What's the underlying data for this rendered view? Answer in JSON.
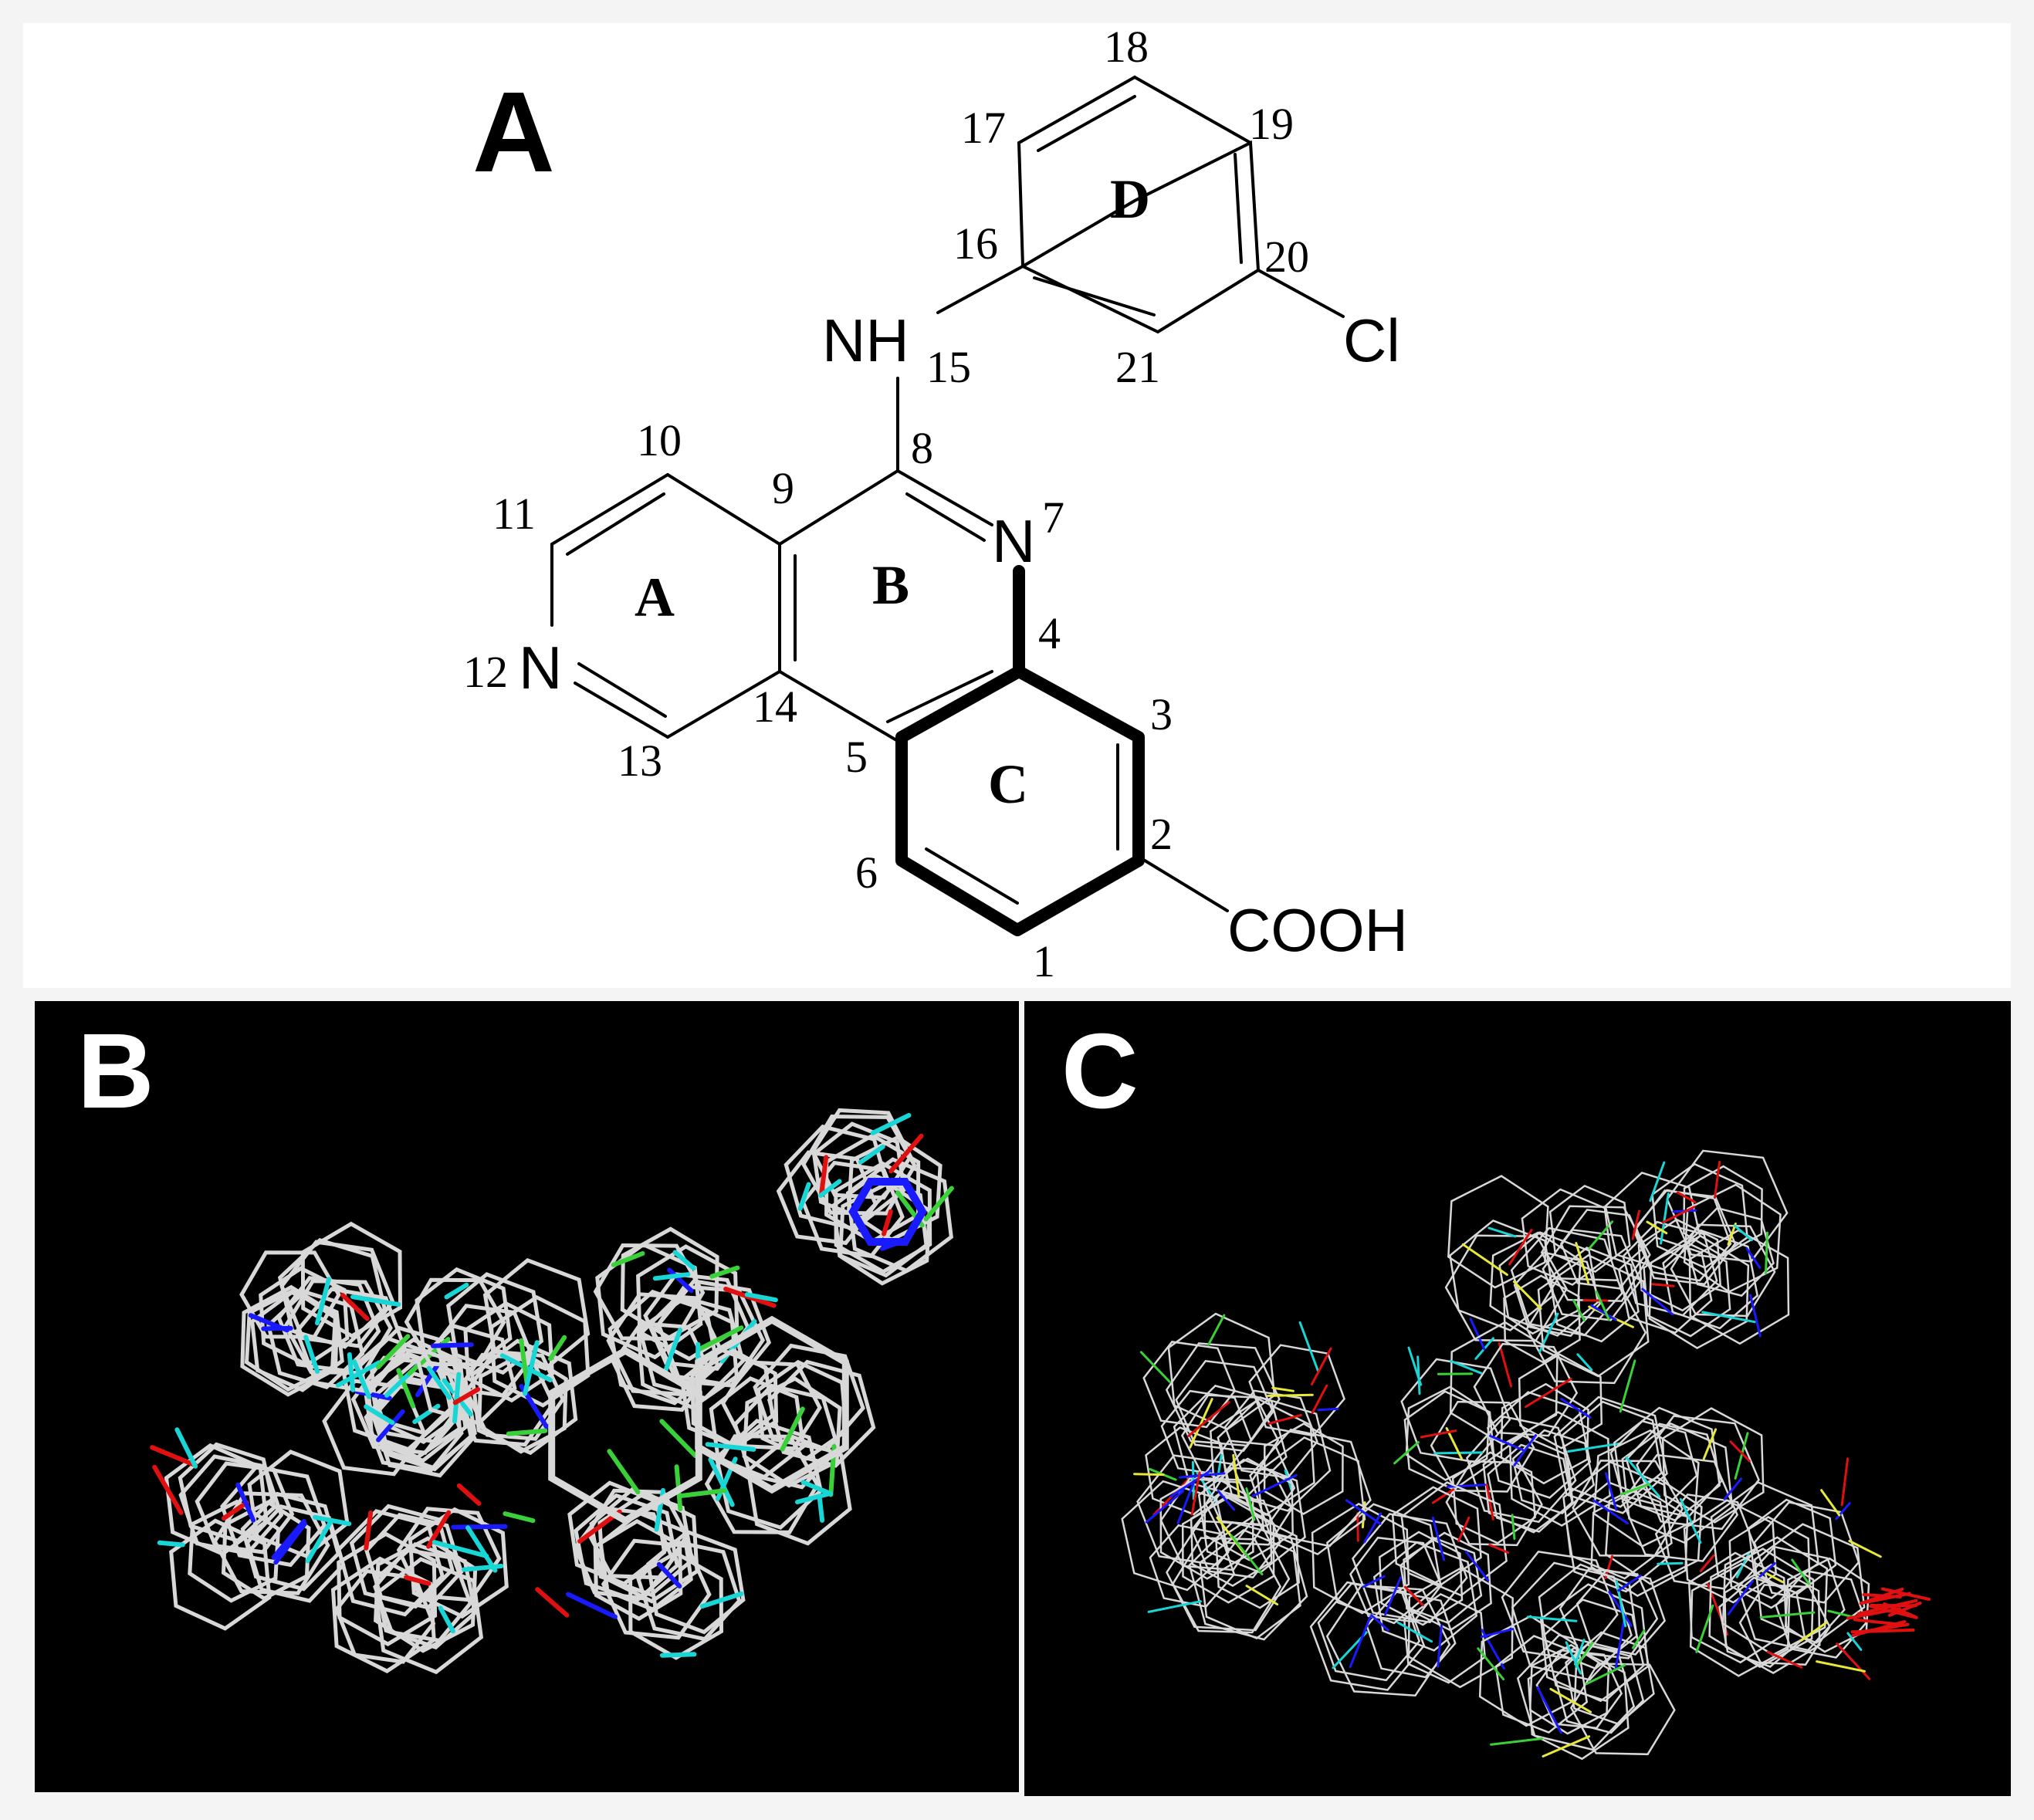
{
  "panels": {
    "a": {
      "letter": "A"
    },
    "b": {
      "letter": "B"
    },
    "c": {
      "letter": "C"
    }
  },
  "structure": {
    "rings": {
      "a": "A",
      "b": "B",
      "c": "C",
      "d": "D"
    },
    "atoms": {
      "n7": "N",
      "n12": "N",
      "nh15": "NH",
      "cl": "Cl",
      "cooh": "COOH"
    },
    "numbers": {
      "n1": "1",
      "n2": "2",
      "n3": "3",
      "n4": "4",
      "n5": "5",
      "n6": "6",
      "n7": "7",
      "n8": "8",
      "n9": "9",
      "n10": "10",
      "n11": "11",
      "n12": "12",
      "n13": "13",
      "n14": "14",
      "n15": "15",
      "n16": "16",
      "n17": "17",
      "n18": "18",
      "n19": "19",
      "n20": "20",
      "n21": "21"
    }
  },
  "colors": {
    "background": "#f4f4f4",
    "panel_bg": "#000000",
    "bond": "#000000",
    "carbon": "#d8d8d8",
    "nitrogen": "#1a1aff",
    "oxygen": "#e01010",
    "hydrogen": "#19d6d6",
    "sulfur": "#e8e838",
    "chlorine": "#3ad03a"
  }
}
